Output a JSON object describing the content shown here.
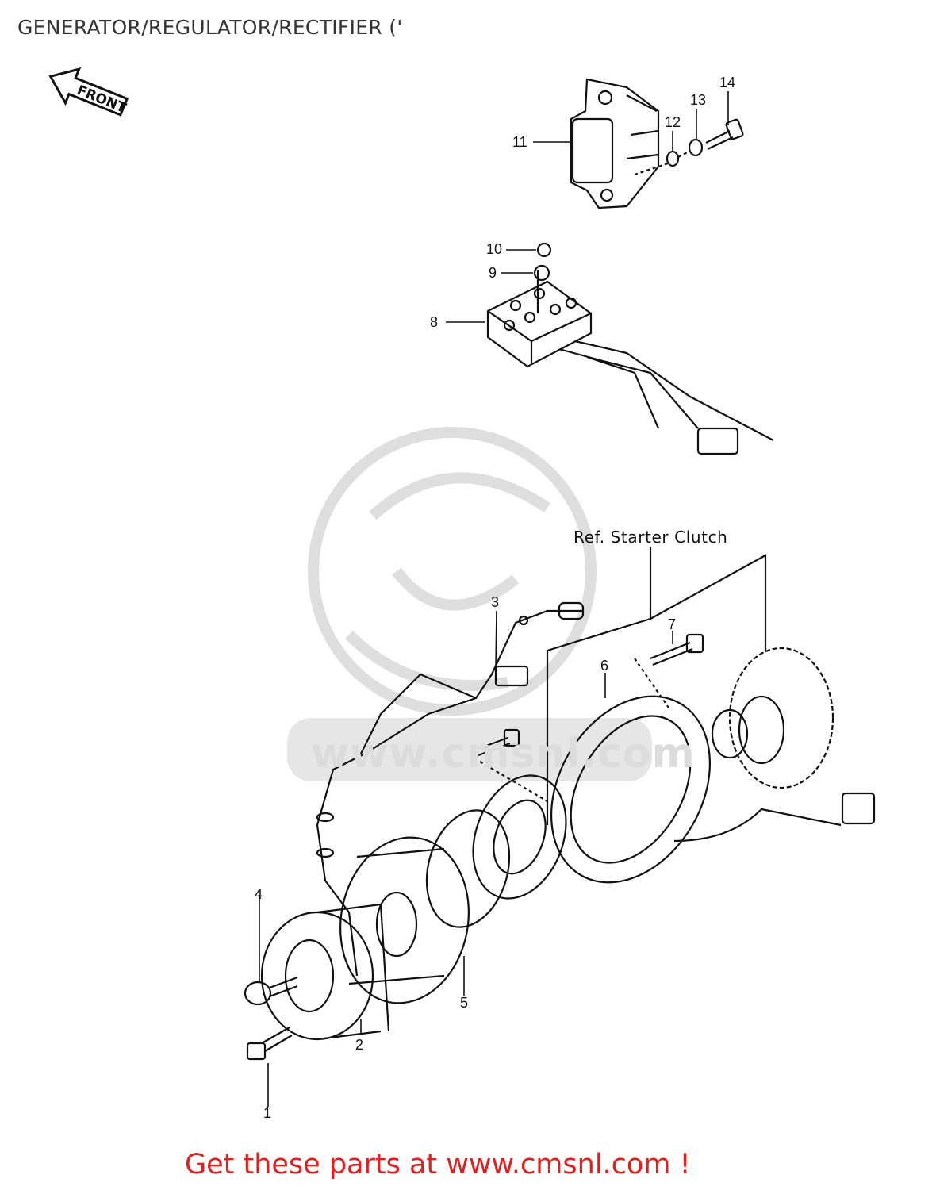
{
  "page": {
    "title": "GENERATOR/REGULATOR/RECTIFIER ('",
    "promo_link_text": "Get these parts at www.cmsnl.com !"
  },
  "diagram": {
    "front_arrow_text": "FRONT",
    "reference_label": "Ref. Starter Clutch",
    "watermark_text": "www.cmsnl.com",
    "callouts": [
      "1",
      "2",
      "3",
      "4",
      "5",
      "6",
      "7",
      "8",
      "9",
      "10",
      "11",
      "12",
      "13",
      "14"
    ]
  },
  "colors": {
    "title": "#333333",
    "line": "#111111",
    "watermark": "#dcdcdc",
    "promo": "#e0201f"
  },
  "icons": {
    "front_arrow": "front-arrow-icon",
    "watermark_logo": "cms-mascot-logo"
  }
}
